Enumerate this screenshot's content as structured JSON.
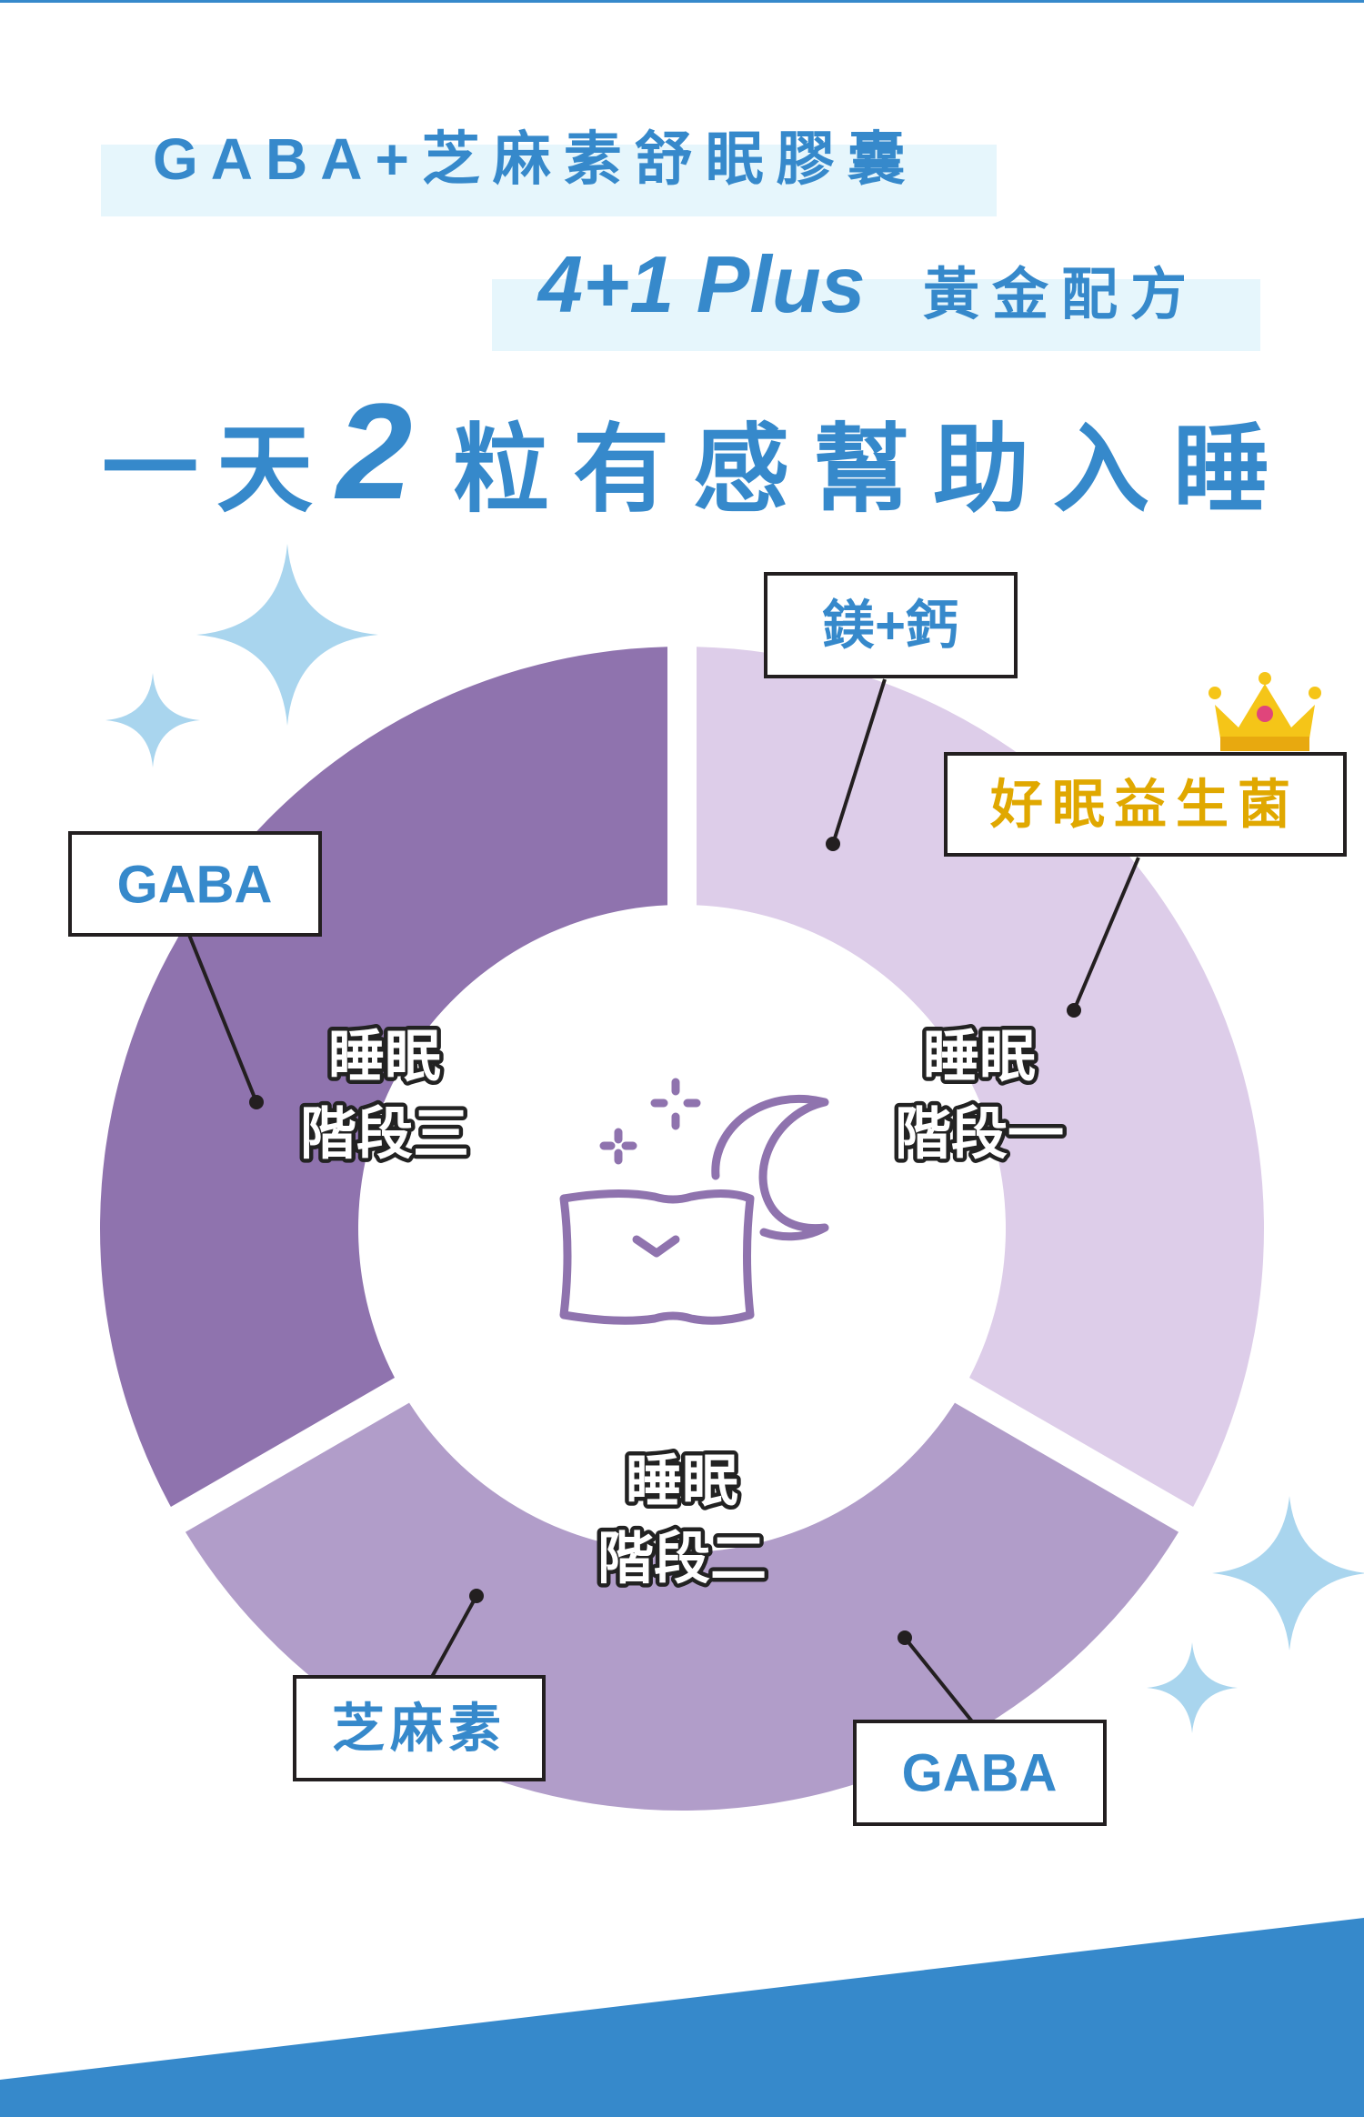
{
  "header": {
    "title_line1": "GABA+芝麻素舒眠膠囊",
    "title_line2_en": "4+1 Plus",
    "title_line2_zh": "黃金配方",
    "headline_pre": "一天",
    "headline_num": "2",
    "headline_post": "粒有感幫助入睡"
  },
  "colors": {
    "brand_blue": "#3689CB",
    "banner_bg": "#E6F6FC",
    "stage1": "#DDCDE9",
    "stage2": "#B19DC9",
    "stage3": "#8F73AE",
    "gold": "#E0A800",
    "sparkle": "#A9D5EE"
  },
  "stages": [
    {
      "line1": "睡眠",
      "line2": "階段一"
    },
    {
      "line1": "睡眠",
      "line2": "階段二"
    },
    {
      "line1": "睡眠",
      "line2": "階段三"
    }
  ],
  "ingredients": {
    "mg_ca": "鎂+鈣",
    "probiotic": "好眠益生菌",
    "gaba_left": "GABA",
    "sesamin": "芝麻素",
    "gaba_right": "GABA"
  },
  "center_icon": "pillow-moon-icon",
  "badge_icon": "crown-icon"
}
